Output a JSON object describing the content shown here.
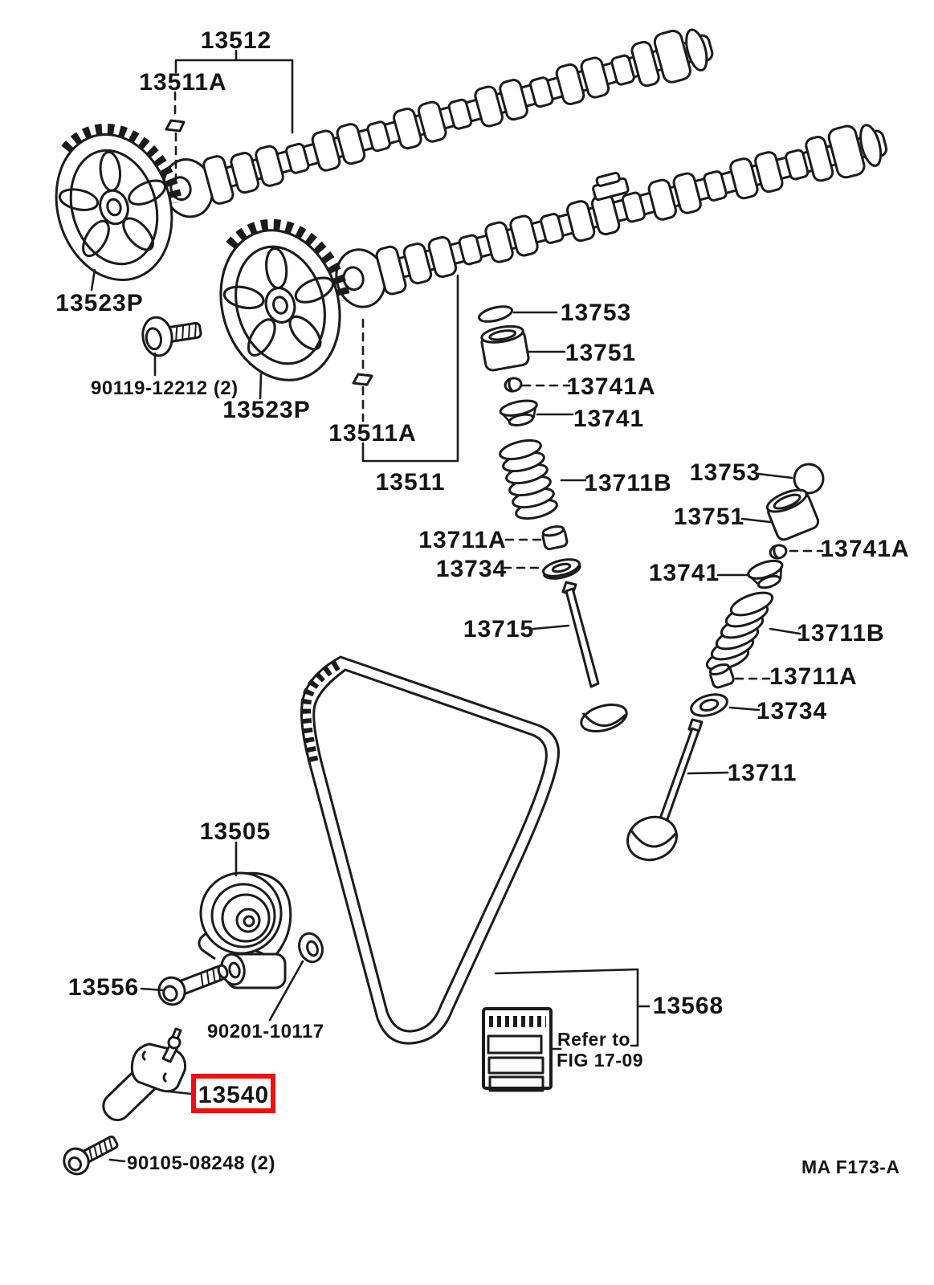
{
  "document": {
    "type": "engine-parts-diagram",
    "subject": "camshaft and valve / timing belt",
    "figure_code": "MA F173-A",
    "note": {
      "line1": "Refer to",
      "line2": "FIG 17-09"
    },
    "highlight": {
      "part_number": "13540",
      "color": "#ee1111"
    }
  },
  "labels": {
    "l13512": "13512",
    "l13511a_top": "13511A",
    "l13523p_left": "13523P",
    "l90119": "90119-12212 (2)",
    "l13523p_right": "13523P",
    "l13511a_mid": "13511A",
    "l13511": "13511",
    "l13753_mid": "13753",
    "l13751_mid": "13751",
    "l13741a_mid": "13741A",
    "l13741_mid": "13741",
    "l13711b_mid": "13711B",
    "l13711a_mid": "13711A",
    "l13734_mid": "13734",
    "l13715": "13715",
    "l13753_r": "13753",
    "l13751_r": "13751",
    "l13741a_r": "13741A",
    "l13741_r": "13741",
    "l13711b_r": "13711B",
    "l13711a_r": "13711A",
    "l13734_r": "13734",
    "l13711": "13711",
    "l13505": "13505",
    "l13556": "13556",
    "l90201": "90201-10117",
    "l13540": "13540",
    "l90105": "90105-08248 (2)",
    "l13568": "13568"
  }
}
